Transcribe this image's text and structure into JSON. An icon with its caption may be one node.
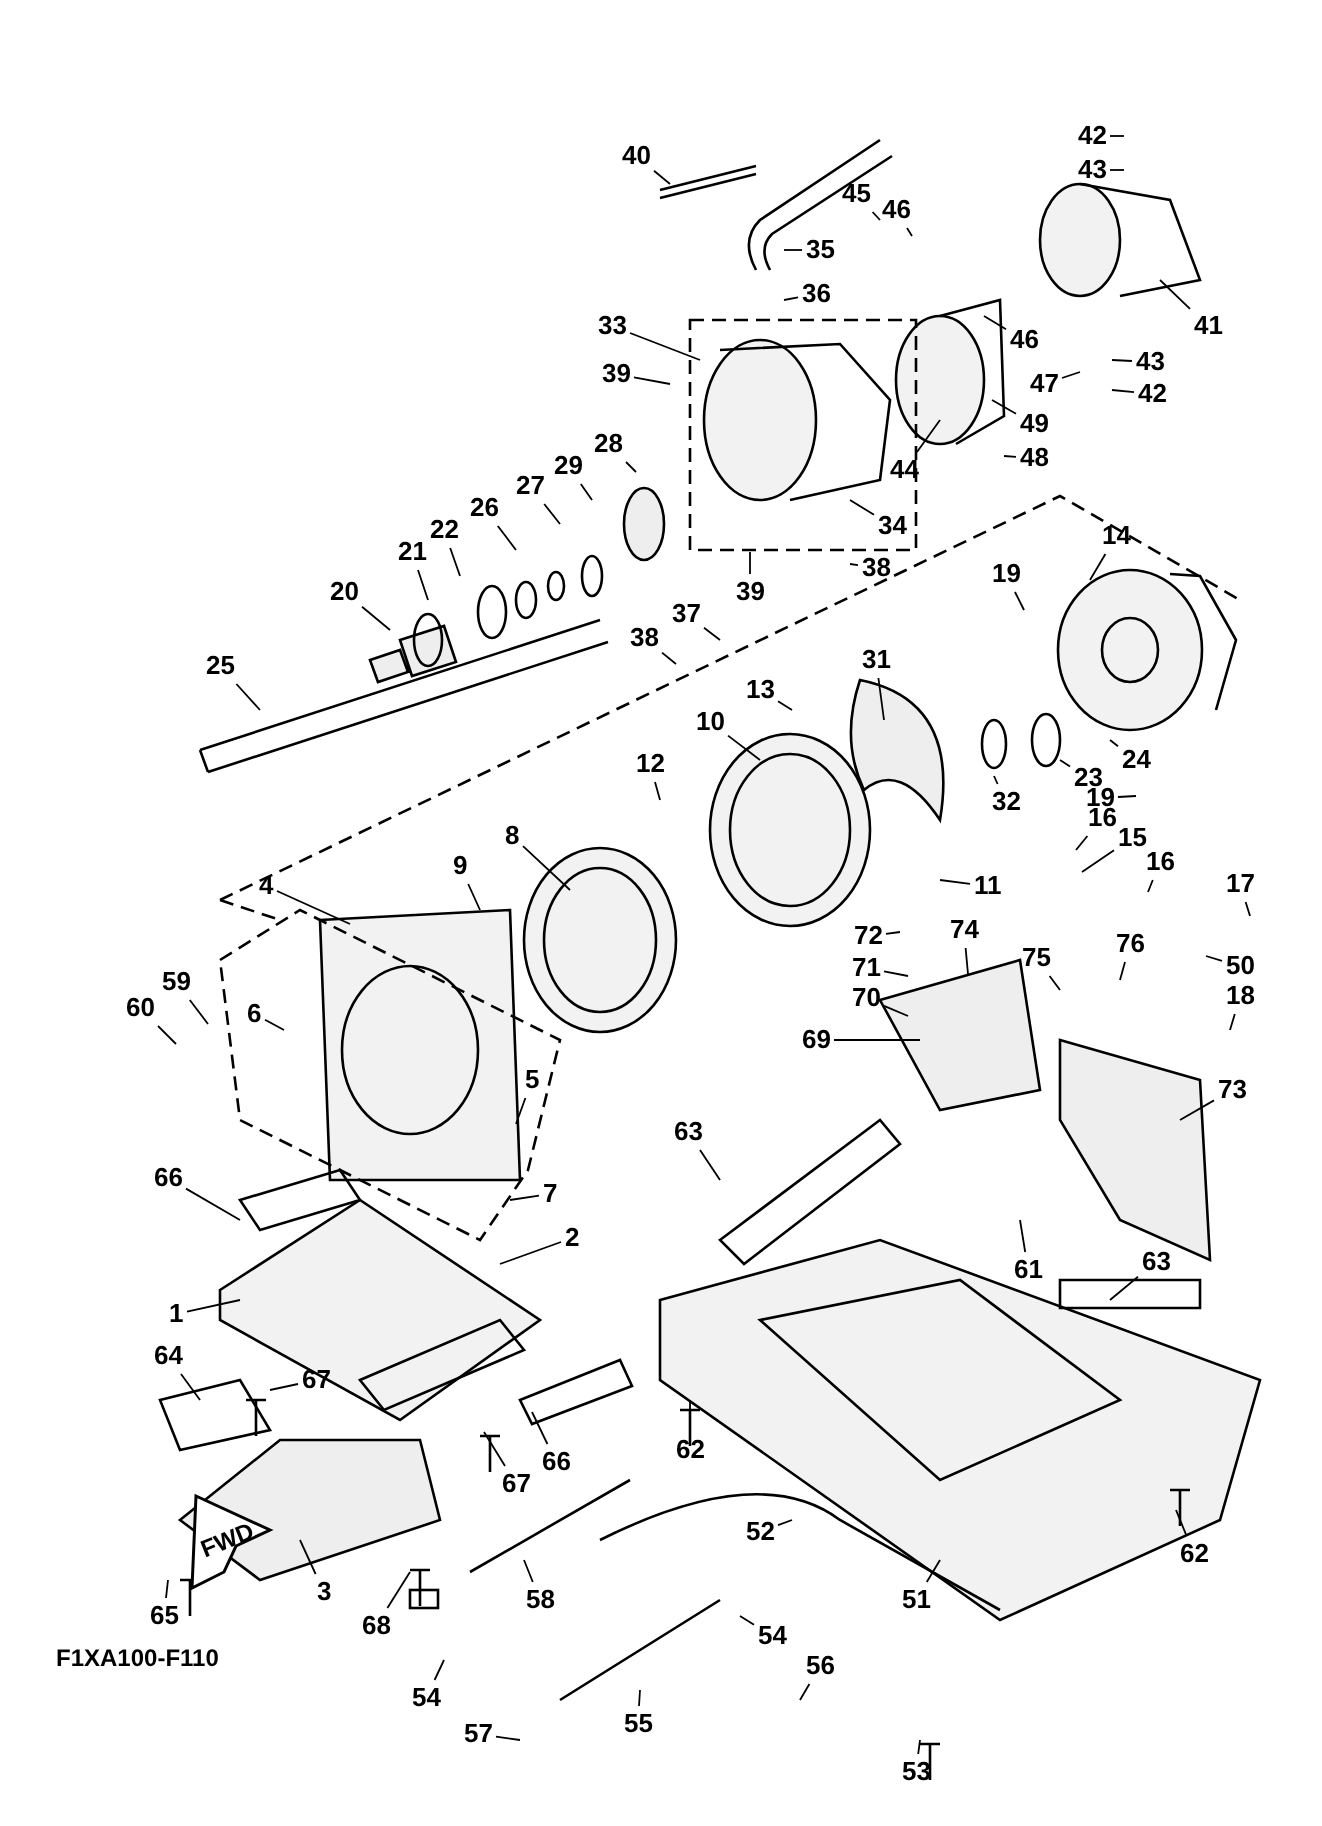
{
  "diagram": {
    "nodes": [
      {
        "text": [
          "40"
        ]
      },
      {
        "text": [
          "42"
        ]
      },
      {
        "text": [
          "43"
        ]
      },
      {
        "text": [
          "45"
        ]
      },
      {
        "text": [
          "35"
        ]
      },
      {
        "text": [
          "46"
        ]
      },
      {
        "text": [
          "36"
        ]
      },
      {
        "text": [
          "33"
        ]
      },
      {
        "text": [
          "41"
        ]
      },
      {
        "text": [
          "46"
        ]
      },
      {
        "text": [
          "43"
        ]
      },
      {
        "text": [
          "39"
        ]
      },
      {
        "text": [
          "47"
        ]
      },
      {
        "text": [
          "42"
        ]
      },
      {
        "text": [
          "49"
        ]
      },
      {
        "text": [
          "48"
        ]
      },
      {
        "text": [
          "28"
        ]
      },
      {
        "text": [
          "29"
        ]
      },
      {
        "text": [
          "27"
        ]
      },
      {
        "text": [
          "44"
        ]
      },
      {
        "text": [
          "26"
        ]
      },
      {
        "text": [
          "22"
        ]
      },
      {
        "text": [
          "21"
        ]
      },
      {
        "text": [
          "34"
        ]
      },
      {
        "text": [
          "14"
        ]
      },
      {
        "text": [
          "38"
        ]
      },
      {
        "text": [
          "19"
        ]
      },
      {
        "text": [
          "39"
        ]
      },
      {
        "text": [
          "20"
        ]
      },
      {
        "text": [
          "37"
        ]
      },
      {
        "text": [
          "38"
        ]
      },
      {
        "text": [
          "25"
        ]
      },
      {
        "text": [
          "31"
        ]
      },
      {
        "text": [
          "13"
        ]
      },
      {
        "text": [
          "10"
        ]
      },
      {
        "text": [
          "12"
        ]
      },
      {
        "text": [
          "23"
        ]
      },
      {
        "text": [
          "24"
        ]
      },
      {
        "text": [
          "32"
        ]
      },
      {
        "text": [
          "19"
        ]
      },
      {
        "text": [
          "16"
        ]
      },
      {
        "text": [
          "8"
        ]
      },
      {
        "text": [
          "15"
        ]
      },
      {
        "text": [
          "16"
        ]
      },
      {
        "text": [
          "9"
        ]
      },
      {
        "text": [
          "17"
        ]
      },
      {
        "text": [
          "4"
        ]
      },
      {
        "text": [
          "11"
        ]
      },
      {
        "text": [
          "74"
        ]
      },
      {
        "text": [
          "72"
        ]
      },
      {
        "text": [
          "76"
        ]
      },
      {
        "text": [
          "75"
        ]
      },
      {
        "text": [
          "59"
        ]
      },
      {
        "text": [
          "71"
        ]
      },
      {
        "text": [
          "50"
        ]
      },
      {
        "text": [
          "60"
        ]
      },
      {
        "text": [
          "18"
        ]
      },
      {
        "text": [
          "70"
        ]
      },
      {
        "text": [
          "6"
        ]
      },
      {
        "text": [
          "69"
        ]
      },
      {
        "text": [
          "5"
        ]
      },
      {
        "text": [
          "73"
        ]
      },
      {
        "text": [
          "66"
        ]
      },
      {
        "text": [
          "7"
        ]
      },
      {
        "text": [
          "2"
        ]
      },
      {
        "text": [
          "63"
        ]
      },
      {
        "text": [
          "61"
        ]
      },
      {
        "text": [
          "63"
        ]
      },
      {
        "text": [
          "1"
        ]
      },
      {
        "text": [
          "64"
        ]
      },
      {
        "text": [
          "67"
        ]
      },
      {
        "text": [
          "66"
        ]
      },
      {
        "text": [
          "67"
        ]
      },
      {
        "text": [
          "62"
        ]
      },
      {
        "text": [
          "3"
        ]
      },
      {
        "text": [
          "52"
        ]
      },
      {
        "text": [
          "62"
        ]
      },
      {
        "text": [
          "65"
        ]
      },
      {
        "text": [
          "68"
        ]
      },
      {
        "text": [
          "58"
        ]
      },
      {
        "text": [
          "51"
        ]
      },
      {
        "text": [
          "54"
        ]
      },
      {
        "text": [
          "56"
        ]
      },
      {
        "text": [
          "54"
        ]
      },
      {
        "text": [
          "57"
        ]
      },
      {
        "text": [
          "55"
        ]
      },
      {
        "text": [
          "53"
        ]
      }
    ],
    "edges": [
      {
        "from": 0,
        "to": null,
        "arrow": "none"
      },
      {
        "from": 1,
        "to": null,
        "arrow": "none"
      },
      {
        "from": 2,
        "to": null,
        "arrow": "none"
      },
      {
        "from": 3,
        "to": null,
        "arrow": "none"
      },
      {
        "from": 4,
        "to": null,
        "arrow": "none"
      },
      {
        "from": 5,
        "to": null,
        "arrow": "none"
      },
      {
        "from": 6,
        "to": null,
        "arrow": "none"
      },
      {
        "from": 7,
        "to": null,
        "arrow": "none"
      },
      {
        "from": 8,
        "to": null,
        "arrow": "none"
      },
      {
        "from": 9,
        "to": null,
        "arrow": "none"
      },
      {
        "from": 10,
        "to": null,
        "arrow": "none"
      },
      {
        "from": 11,
        "to": null,
        "arrow": "none"
      },
      {
        "from": 12,
        "to": null,
        "arrow": "none"
      },
      {
        "from": 13,
        "to": null,
        "arrow": "none"
      },
      {
        "from": 14,
        "to": null,
        "arrow": "none"
      },
      {
        "from": 15,
        "to": null,
        "arrow": "none"
      },
      {
        "from": 16,
        "to": null,
        "arrow": "none"
      },
      {
        "from": 17,
        "to": null,
        "arrow": "none"
      },
      {
        "from": 18,
        "to": null,
        "arrow": "none"
      },
      {
        "from": 19,
        "to": null,
        "arrow": "none"
      },
      {
        "from": 20,
        "to": null,
        "arrow": "none"
      },
      {
        "from": 21,
        "to": null,
        "arrow": "none"
      },
      {
        "from": 22,
        "to": null,
        "arrow": "none"
      },
      {
        "from": 23,
        "to": null,
        "arrow": "none"
      },
      {
        "from": 24,
        "to": null,
        "arrow": "none"
      },
      {
        "from": 25,
        "to": null,
        "arrow": "none"
      },
      {
        "from": 26,
        "to": null,
        "arrow": "none"
      },
      {
        "from": 27,
        "to": null,
        "arrow": "none"
      },
      {
        "from": 28,
        "to": null,
        "arrow": "none"
      },
      {
        "from": 29,
        "to": null,
        "arrow": "none"
      },
      {
        "from": 30,
        "to": null,
        "arrow": "none"
      },
      {
        "from": 31,
        "to": null,
        "arrow": "none"
      },
      {
        "from": 32,
        "to": null,
        "arrow": "none"
      },
      {
        "from": 33,
        "to": null,
        "arrow": "none"
      },
      {
        "from": 34,
        "to": null,
        "arrow": "none"
      },
      {
        "from": 35,
        "to": null,
        "arrow": "none"
      },
      {
        "from": 36,
        "to": null,
        "arrow": "none"
      },
      {
        "from": 37,
        "to": null,
        "arrow": "none"
      },
      {
        "from": 38,
        "to": null,
        "arrow": "none"
      },
      {
        "from": 39,
        "to": null,
        "arrow": "none"
      },
      {
        "from": 40,
        "to": null,
        "arrow": "none"
      },
      {
        "from": 41,
        "to": null,
        "arrow": "none"
      },
      {
        "from": 42,
        "to": null,
        "arrow": "none"
      },
      {
        "from": 43,
        "to": null,
        "arrow": "none"
      },
      {
        "from": 44,
        "to": null,
        "arrow": "none"
      },
      {
        "from": 45,
        "to": null,
        "arrow": "none"
      },
      {
        "from": 46,
        "to": null,
        "arrow": "none"
      },
      {
        "from": 47,
        "to": null,
        "arrow": "none"
      },
      {
        "from": 48,
        "to": null,
        "arrow": "none"
      },
      {
        "from": 49,
        "to": null,
        "arrow": "none"
      },
      {
        "from": 50,
        "to": null,
        "arrow": "none"
      },
      {
        "from": 51,
        "to": null,
        "arrow": "none"
      },
      {
        "from": 52,
        "to": null,
        "arrow": "none"
      },
      {
        "from": 53,
        "to": null,
        "arrow": "none"
      },
      {
        "from": 54,
        "to": null,
        "arrow": "none"
      },
      {
        "from": 55,
        "to": null,
        "arrow": "none"
      },
      {
        "from": 56,
        "to": null,
        "arrow": "none"
      },
      {
        "from": 57,
        "to": null,
        "arrow": "none"
      },
      {
        "from": 58,
        "to": null,
        "arrow": "none"
      },
      {
        "from": 59,
        "to": null,
        "arrow": "none"
      },
      {
        "from": 60,
        "to": null,
        "arrow": "none"
      },
      {
        "from": 61,
        "to": null,
        "arrow": "none"
      },
      {
        "from": 62,
        "to": null,
        "arrow": "none"
      },
      {
        "from": 63,
        "to": null,
        "arrow": "none"
      },
      {
        "from": 64,
        "to": null,
        "arrow": "none"
      },
      {
        "from": 65,
        "to": null,
        "arrow": "none"
      },
      {
        "from": 66,
        "to": null,
        "arrow": "none"
      },
      {
        "from": 67,
        "to": null,
        "arrow": "none"
      },
      {
        "from": 68,
        "to": null,
        "arrow": "none"
      },
      {
        "from": 69,
        "to": null,
        "arrow": "none"
      },
      {
        "from": 70,
        "to": null,
        "arrow": "none"
      },
      {
        "from": 71,
        "to": null,
        "arrow": "none"
      },
      {
        "from": 72,
        "to": null,
        "arrow": "none"
      },
      {
        "from": 73,
        "to": null,
        "arrow": "none"
      },
      {
        "from": 74,
        "to": null,
        "arrow": "none"
      },
      {
        "from": 75,
        "to": null,
        "arrow": "none"
      },
      {
        "from": 76,
        "to": null,
        "arrow": "none"
      },
      {
        "from": 77,
        "to": null,
        "arrow": "none"
      },
      {
        "from": 78,
        "to": null,
        "arrow": "none"
      },
      {
        "from": 79,
        "to": null,
        "arrow": "none"
      },
      {
        "from": 80,
        "to": null,
        "arrow": "none"
      },
      {
        "from": 81,
        "to": null,
        "arrow": "none"
      },
      {
        "from": 82,
        "to": null,
        "arrow": "none"
      },
      {
        "from": 83,
        "to": null,
        "arrow": "none"
      },
      {
        "from": 84,
        "to": null,
        "arrow": "none"
      },
      {
        "from": 85,
        "to": null,
        "arrow": "none"
      },
      {
        "from": 86,
        "to": null,
        "arrow": "none"
      }
    ],
    "labels": [
      "FWD",
      "F1XA100-F110"
    ]
  }
}
